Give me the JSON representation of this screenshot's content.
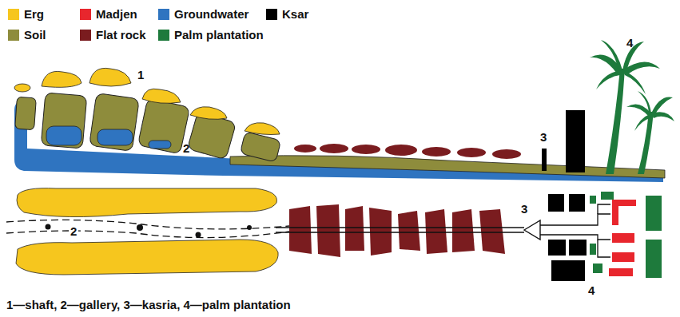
{
  "diagram": {
    "caption": "1—shaft, 2—gallery, 3—kasria, 4—palm plantation",
    "labels": [
      "4",
      "1",
      "3",
      "2",
      "3",
      "2",
      "4"
    ],
    "legend": [
      {
        "text": "Erg",
        "color": "#f6c61e"
      },
      {
        "text": "Madjen",
        "color": "#e8262d"
      },
      {
        "text": "Groundwater",
        "color": "#2f74c0"
      },
      {
        "text": "Ksar",
        "color": "#000000"
      },
      {
        "text": "Soil",
        "color": "#8e8c3c"
      },
      {
        "text": "Flat rock",
        "color": "#7a1c1f"
      },
      {
        "text": "Palm plantation",
        "color": "#1e7a3c"
      }
    ]
  }
}
